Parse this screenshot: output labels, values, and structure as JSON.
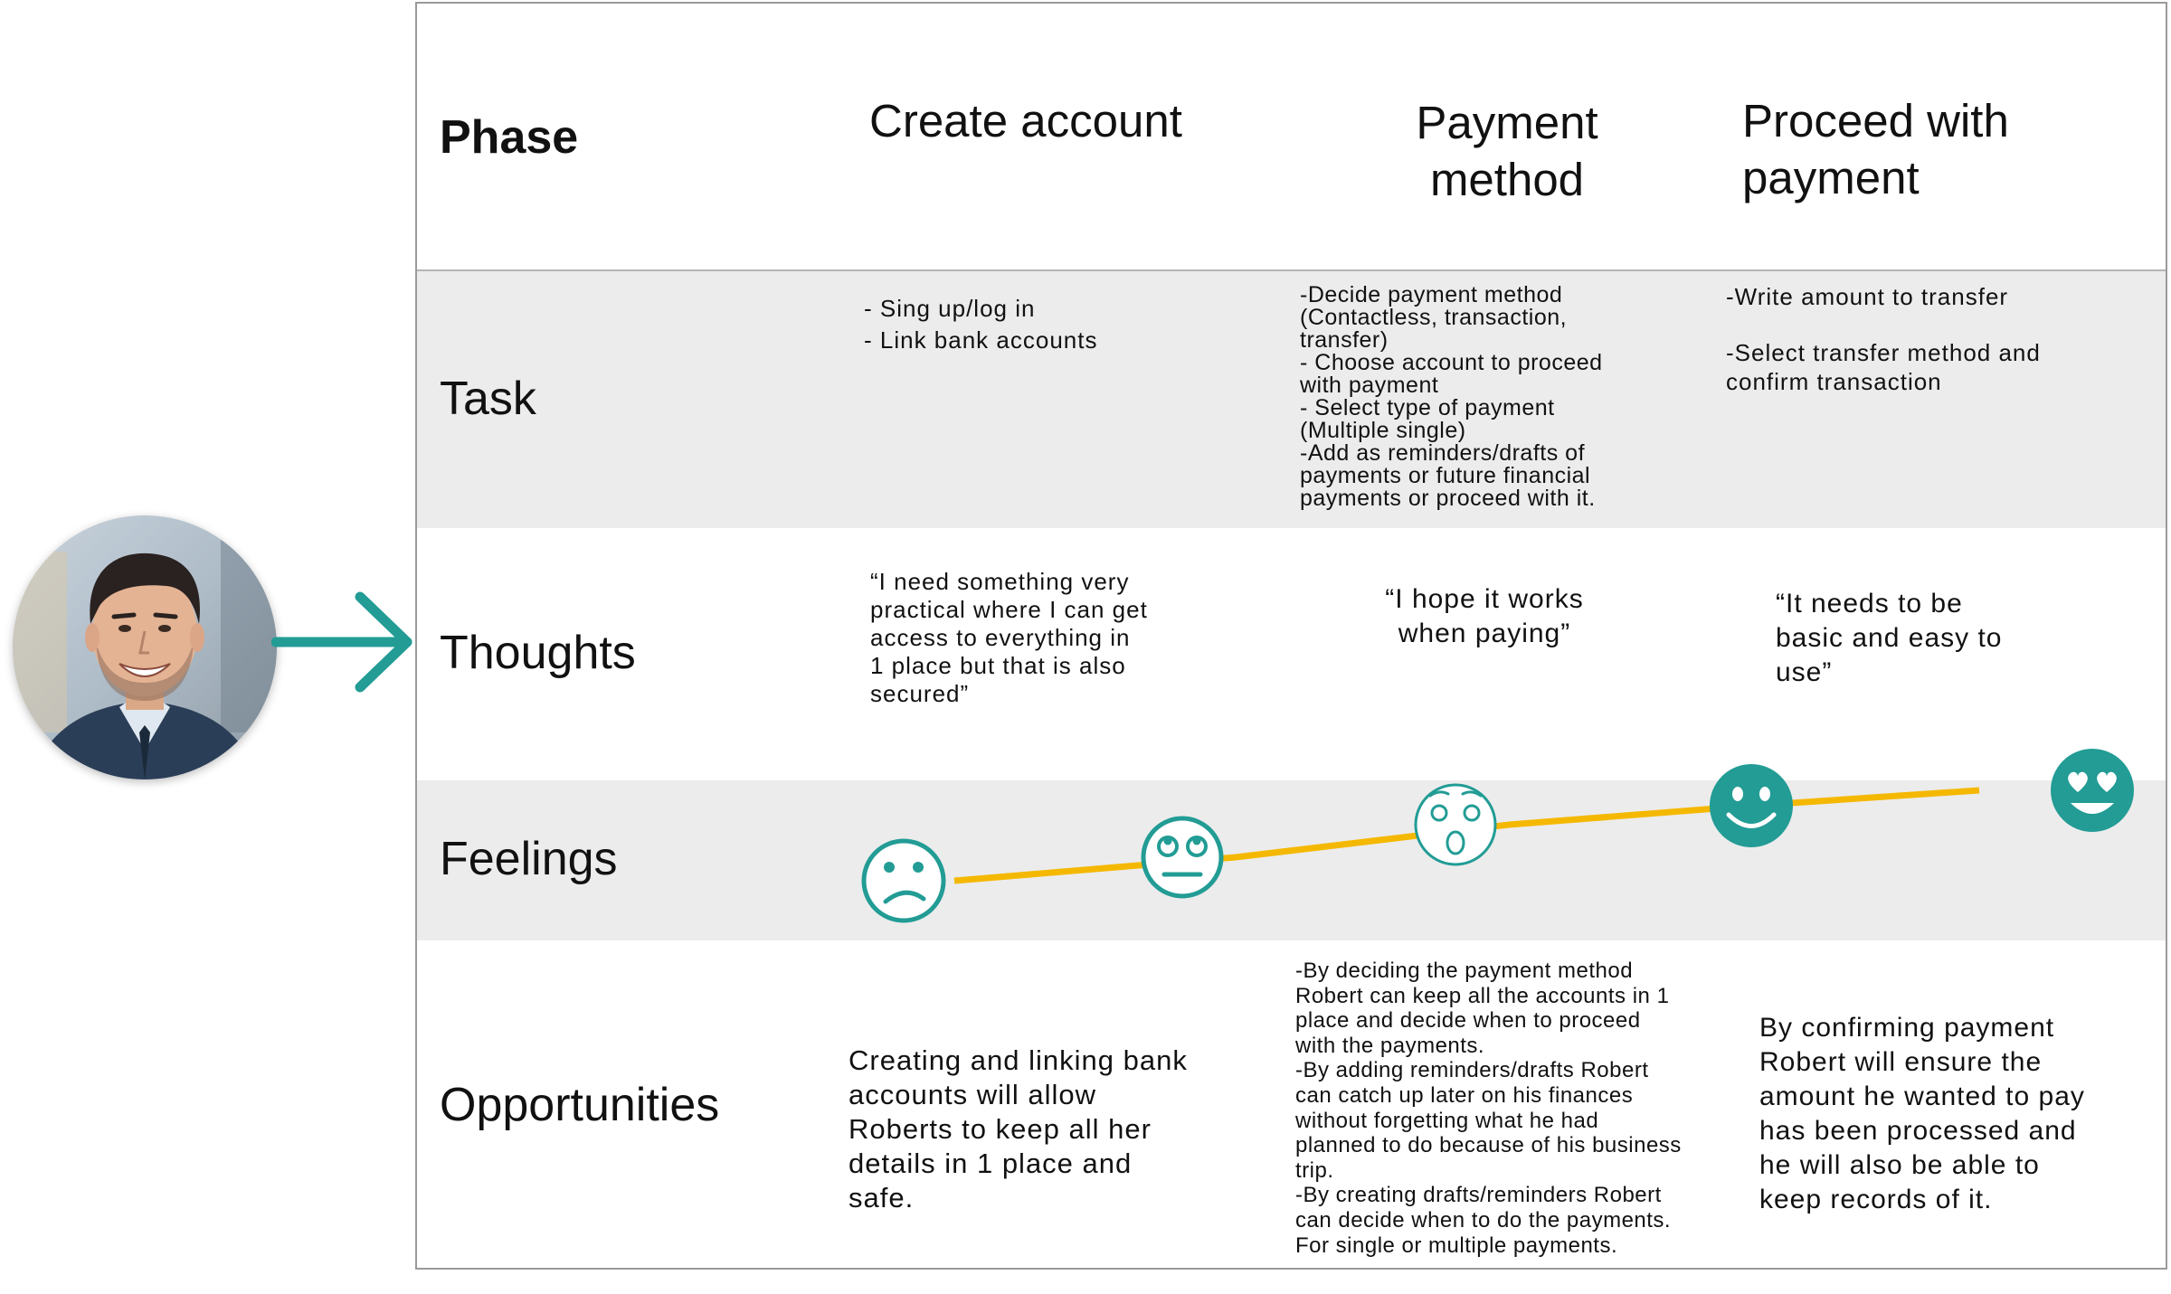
{
  "persona": {
    "avatar_icon": "person-avatar",
    "arrow_icon": "arrow-right-icon"
  },
  "colors": {
    "teal": "#229c95",
    "line_yellow": "#f5b800",
    "band_gray": "#ececec",
    "border": "#9a9a9a"
  },
  "rows": {
    "phase": "Phase",
    "task": "Task",
    "thoughts": "Thoughts",
    "feelings": "Feelings",
    "opportunities": "Opportunities"
  },
  "phases": [
    {
      "lines": [
        "Create account"
      ]
    },
    {
      "lines": [
        "Payment",
        "method"
      ]
    },
    {
      "lines": [
        "Proceed with",
        "payment"
      ]
    }
  ],
  "tasks": [
    {
      "lines": [
        "- Sing up/log in",
        "- Link bank accounts"
      ]
    },
    {
      "lines": [
        "-Decide payment method",
        "(Contactless, transaction,",
        "transfer)",
        "- Choose account to proceed",
        "with payment",
        "- Select type of payment",
        "(Multiple single)",
        "-Add as reminders/drafts of",
        "payments or future financial",
        "payments or proceed with it."
      ]
    },
    {
      "lines": [
        "-Write amount to transfer",
        "",
        "-Select transfer method and",
        "confirm transaction"
      ]
    }
  ],
  "thoughts": [
    {
      "lines": [
        "“I need something very",
        "practical where I can get",
        "access to everything in",
        "1 place but that is also",
        "secured”"
      ]
    },
    {
      "lines": [
        "“I hope it works",
        "when paying”"
      ]
    },
    {
      "lines": [
        "“It needs to be",
        "basic and easy to",
        "use”"
      ]
    }
  ],
  "feelings": [
    {
      "icon": "confused-face-icon"
    },
    {
      "icon": "eye-roll-face-icon"
    },
    {
      "icon": "surprised-face-icon"
    },
    {
      "icon": "smiling-face-icon"
    },
    {
      "icon": "heart-eyes-face-icon"
    }
  ],
  "opportunities": [
    {
      "lines": [
        "Creating and linking bank",
        "accounts will allow",
        "Roberts to keep all her",
        "details in 1 place and",
        "safe."
      ]
    },
    {
      "lines": [
        "-By deciding the payment method",
        "Robert can keep all the accounts in 1",
        "place and decide when to proceed",
        "with the payments.",
        "-By adding reminders/drafts Robert",
        "can catch up later on his finances",
        "without forgetting what he had",
        "planned to do because of his business",
        "trip.",
        "-By creating drafts/reminders Robert",
        "can decide when to do the payments.",
        "For single or multiple payments."
      ]
    },
    {
      "lines": [
        "By confirming payment",
        "Robert will ensure the",
        "amount he wanted to pay",
        "has been processed and",
        "he will also be able to",
        "keep records of it."
      ]
    }
  ]
}
